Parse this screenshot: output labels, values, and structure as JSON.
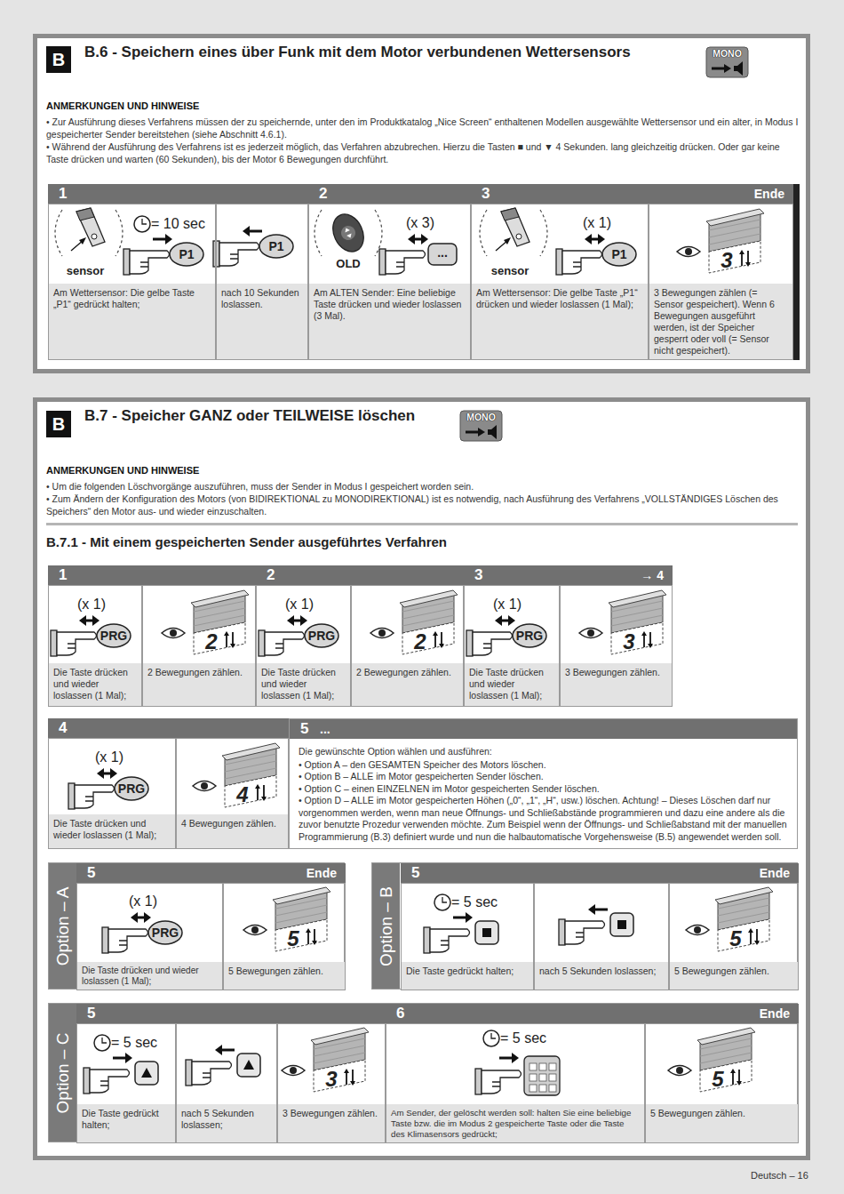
{
  "diagram": {
    "nodes": [
      {
        "text": [
          "B.6 - Speichern eines über Funk mit dem Motor verbundenen Wettersensors"
        ]
      },
      {
        "text": [
          "B"
        ],
        "in": 0
      },
      {
        "text": [
          "MONO"
        ],
        "in": 0
      },
      {
        "text": [
          "ANMERKUNGEN UND HINWEISE",
          "• Zur Ausführung dieses Verfahrens müssen der zu speichernde, unter den im Produktkatalog „Nice Screen“ enthaltenen Modellen ausgewählte Wettersensor und ein alter, in Modus I gespeicherter Sender bereitstehen (siehe Abschnitt 4.6.1).",
          "• Während der Ausführung des Verfahrens ist es jederzeit möglich, das Verfahren abzubrechen. Hierzu die Tasten ■ und ▼ 4 Sekunden. lang gleichzeitig drücken. Oder gar keine Taste drücken und warten (60 Sekunden), bis der Motor 6 Bewegungen durchführt."
        ],
        "in": 0
      },
      {
        "text": [
          "1"
        ],
        "in": 0
      },
      {
        "text": [
          "Am Wettersensor: Die gelbe Taste „P1“ gedrückt halten;"
        ],
        "in": 4
      },
      {
        "text": [
          "nach 10 Sekunden loslassen."
        ],
        "in": 4
      },
      {
        "text": [
          "2"
        ],
        "in": 0
      },
      {
        "text": [
          "Am ALTEN Sender: Eine beliebige Taste drücken und wieder loslassen (3 Mal)."
        ],
        "in": 7
      },
      {
        "text": [
          "3",
          "Ende"
        ],
        "in": 0
      },
      {
        "text": [
          "Am Wettersensor: Die gelbe Taste „P1“ drücken und wieder loslassen (1 Mal);"
        ],
        "in": 9
      },
      {
        "text": [
          "3 Bewegungen zählen (= Sensor gespeichert). Wenn 6 Bewegungen ausgeführt werden, ist der Speicher gesperrt oder voll (= Sensor nicht gespeichert)."
        ],
        "in": 9
      },
      {
        "text": [
          "B.7 - Speicher GANZ oder TEILWEISE löschen"
        ]
      },
      {
        "text": [
          "B"
        ],
        "in": 12
      },
      {
        "text": [
          "MONO"
        ],
        "in": 12
      },
      {
        "text": [
          "ANMERKUNGEN UND HINWEISE",
          "• Um die folgenden Löschvorgänge auszuführen, muss der Sender in Modus I gespeichert worden sein.",
          "• Zum Ändern der Konfiguration des Motors (von BIDIREKTIONAL zu MONODIREKTIONAL) ist es notwendig, nach Ausführung des Verfahrens „VOLLSTÄNDIGES Löschen des Speichers“ den Motor aus- und wieder einzuschalten."
        ],
        "in": 12
      },
      {
        "text": [
          "1"
        ],
        "in": 12
      },
      {
        "text": [
          "Die Taste drücken und wieder loslassen (1 Mal);"
        ],
        "in": 16
      },
      {
        "text": [
          "2 Bewegungen zählen."
        ],
        "in": 16
      },
      {
        "text": [
          "2"
        ],
        "in": 12
      },
      {
        "text": [
          "Die Taste drücken und wieder loslassen (1 Mal);"
        ],
        "in": 19
      },
      {
        "text": [
          "2 Bewegungen zählen."
        ],
        "in": 19
      },
      {
        "text": [
          "3",
          "→ 4"
        ],
        "in": 12
      },
      {
        "text": [
          "Die Taste drücken und wieder loslassen (1 Mal);"
        ],
        "in": 22
      },
      {
        "text": [
          "3 Bewegungen zählen."
        ],
        "in": 22
      },
      {
        "text": [
          "4"
        ],
        "in": 12
      },
      {
        "text": [
          "Die Taste drücken und wieder loslassen (1 Mal);"
        ],
        "in": 25
      },
      {
        "text": [
          "4 Bewegungen zählen."
        ],
        "in": 25
      },
      {
        "text": [
          "5",
          "...",
          "Die gewünschte Option wählen und ausführen:",
          "• Option A – den GESAMTEN Speicher des Motors löschen.",
          "• Option B – ALLE im Motor gespeicherten Sender löschen.",
          "• Option C – einen EINZELNEN im Motor gespeicherten Sender löschen.",
          "• Option D – ALLE im Motor gespeicherten Höhen („0“, „1“, „H“, usw.) löschen. Achtung! – Dieses Löschen darf nur vorgenommen werden, wenn man neue Öffnungs- und Schließabstände programmieren und dazu eine andere als die zuvor benutzte Prozedur verwenden möchte. Zum Beispiel wenn der Öffnungs- und Schließabstand mit der manuellen Programmierung (B.3) definiert wurde und nun die halbautomatische Vorgehensweise (B.5) angewendet werden soll."
        ],
        "in": 12
      },
      {
        "text": [
          "Option – A"
        ],
        "in": 12
      },
      {
        "text": [
          "5",
          "Ende"
        ],
        "in": 29
      },
      {
        "text": [
          "Die Taste drücken und wieder loslassen (1 Mal);"
        ],
        "in": 30
      },
      {
        "text": [
          "5 Bewegungen zählen."
        ],
        "in": 30
      },
      {
        "text": [
          "Option – B"
        ],
        "in": 12
      },
      {
        "text": [
          "5",
          "Ende"
        ],
        "in": 33
      },
      {
        "text": [
          "Die Taste gedrückt halten;"
        ],
        "in": 34
      },
      {
        "text": [
          "nach 5 Sekunden loslassen;"
        ],
        "in": 34
      },
      {
        "text": [
          "5 Bewegungen zählen."
        ],
        "in": 34
      },
      {
        "text": [
          "Option – C"
        ],
        "in": 12
      },
      {
        "text": [
          "5"
        ],
        "in": 38
      },
      {
        "text": [
          "Die Taste gedrückt halten;"
        ],
        "in": 39
      },
      {
        "text": [
          "nach 5 Sekunden loslassen;"
        ],
        "in": 39
      },
      {
        "text": [
          "3 Bewegungen zählen."
        ],
        "in": 39
      },
      {
        "text": [
          "6",
          "Ende"
        ],
        "in": 38
      },
      {
        "text": [
          "Am Sender, der gelöscht werden soll: halten Sie eine beliebige Taste bzw. die im Modus 2 gespeicherte Taste oder die Taste des Klimasensors gedrückt;"
        ],
        "in": 43
      },
      {
        "text": [
          "5 Bewegungen zählen."
        ],
        "in": 43
      }
    ],
    "labels": [
      "= 10 sec",
      "sensor",
      "P1",
      "P1",
      "(x 3)",
      "OLD",
      "...",
      "sensor",
      "(x 1)",
      "P1",
      "3",
      "B.7.1 - Mit einem gespeicherten Sender ausgeführtes Verfahren",
      "(x 1)",
      "PRG",
      "2",
      "(x 1)",
      "PRG",
      "2",
      "(x 1)",
      "PRG",
      "3",
      "(x 1)",
      "PRG",
      "4",
      "(x 1)",
      "PRG",
      "5",
      "= 5 sec",
      "5",
      "= 5 sec",
      "3",
      "= 5 sec",
      "5",
      "Deutsch – 16"
    ]
  }
}
